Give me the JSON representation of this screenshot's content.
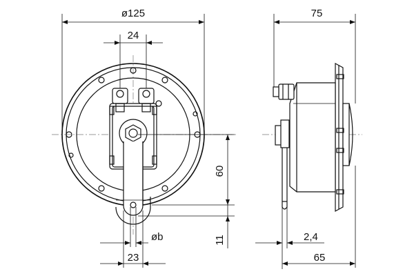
{
  "dimensions": {
    "diameter": "ø125",
    "depth_total": "75",
    "bracket_hole_spacing": "24",
    "bracket_height": "60",
    "bracket_width": "23",
    "hole_diameter": "øb",
    "bracket_tip": "11",
    "bracket_thickness": "2,4",
    "mount_depth": "65"
  },
  "icons": [
    "horn-front-view",
    "horn-side-view"
  ]
}
